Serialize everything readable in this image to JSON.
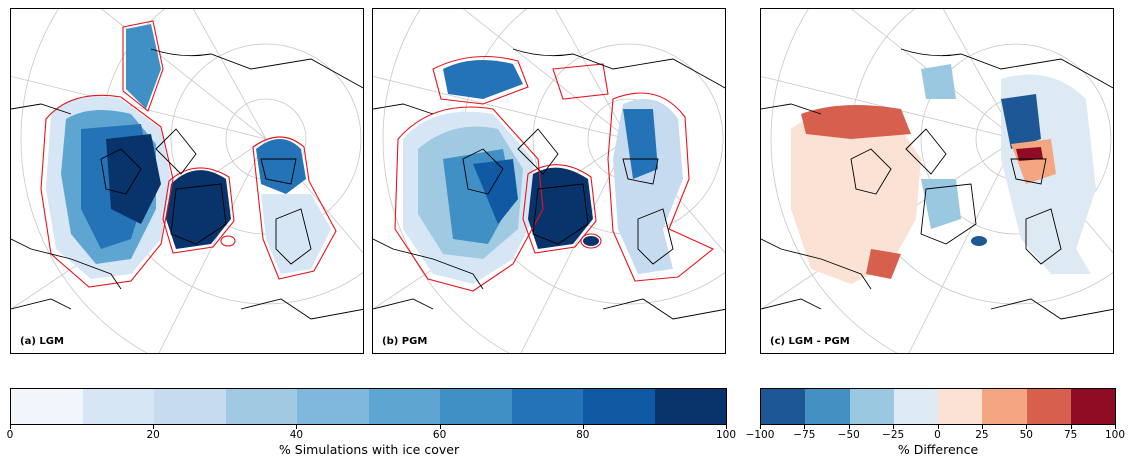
{
  "panels": [
    {
      "id": "a",
      "label": "(a) LGM"
    },
    {
      "id": "b",
      "label": "(b) PGM"
    },
    {
      "id": "c",
      "label": "(c) LGM - PGM"
    }
  ],
  "colorbar_left": {
    "label": "% Simulations with ice cover",
    "ticks": [
      "0",
      "20",
      "40",
      "60",
      "80",
      "100"
    ],
    "colors": [
      "#f0f6fc",
      "#d6e6f4",
      "#c6dbef",
      "#9fcae1",
      "#7fb8da",
      "#5ea5d1",
      "#4090c5",
      "#2473b6",
      "#0f5aa2",
      "#08346b"
    ]
  },
  "colorbar_right": {
    "label": "% Difference",
    "ticks": [
      "−100",
      "−75",
      "−50",
      "−25",
      "0",
      "25",
      "50",
      "75",
      "100"
    ],
    "colors": [
      "#1d5795",
      "#4390c3",
      "#9ac8e0",
      "#deeaf3",
      "#fbe2d4",
      "#f4a582",
      "#d6604d",
      "#8f0c24"
    ]
  },
  "colors": {
    "ice_edge": "#e8141c",
    "coast": "#000000",
    "grid": "#c8c8c8"
  }
}
